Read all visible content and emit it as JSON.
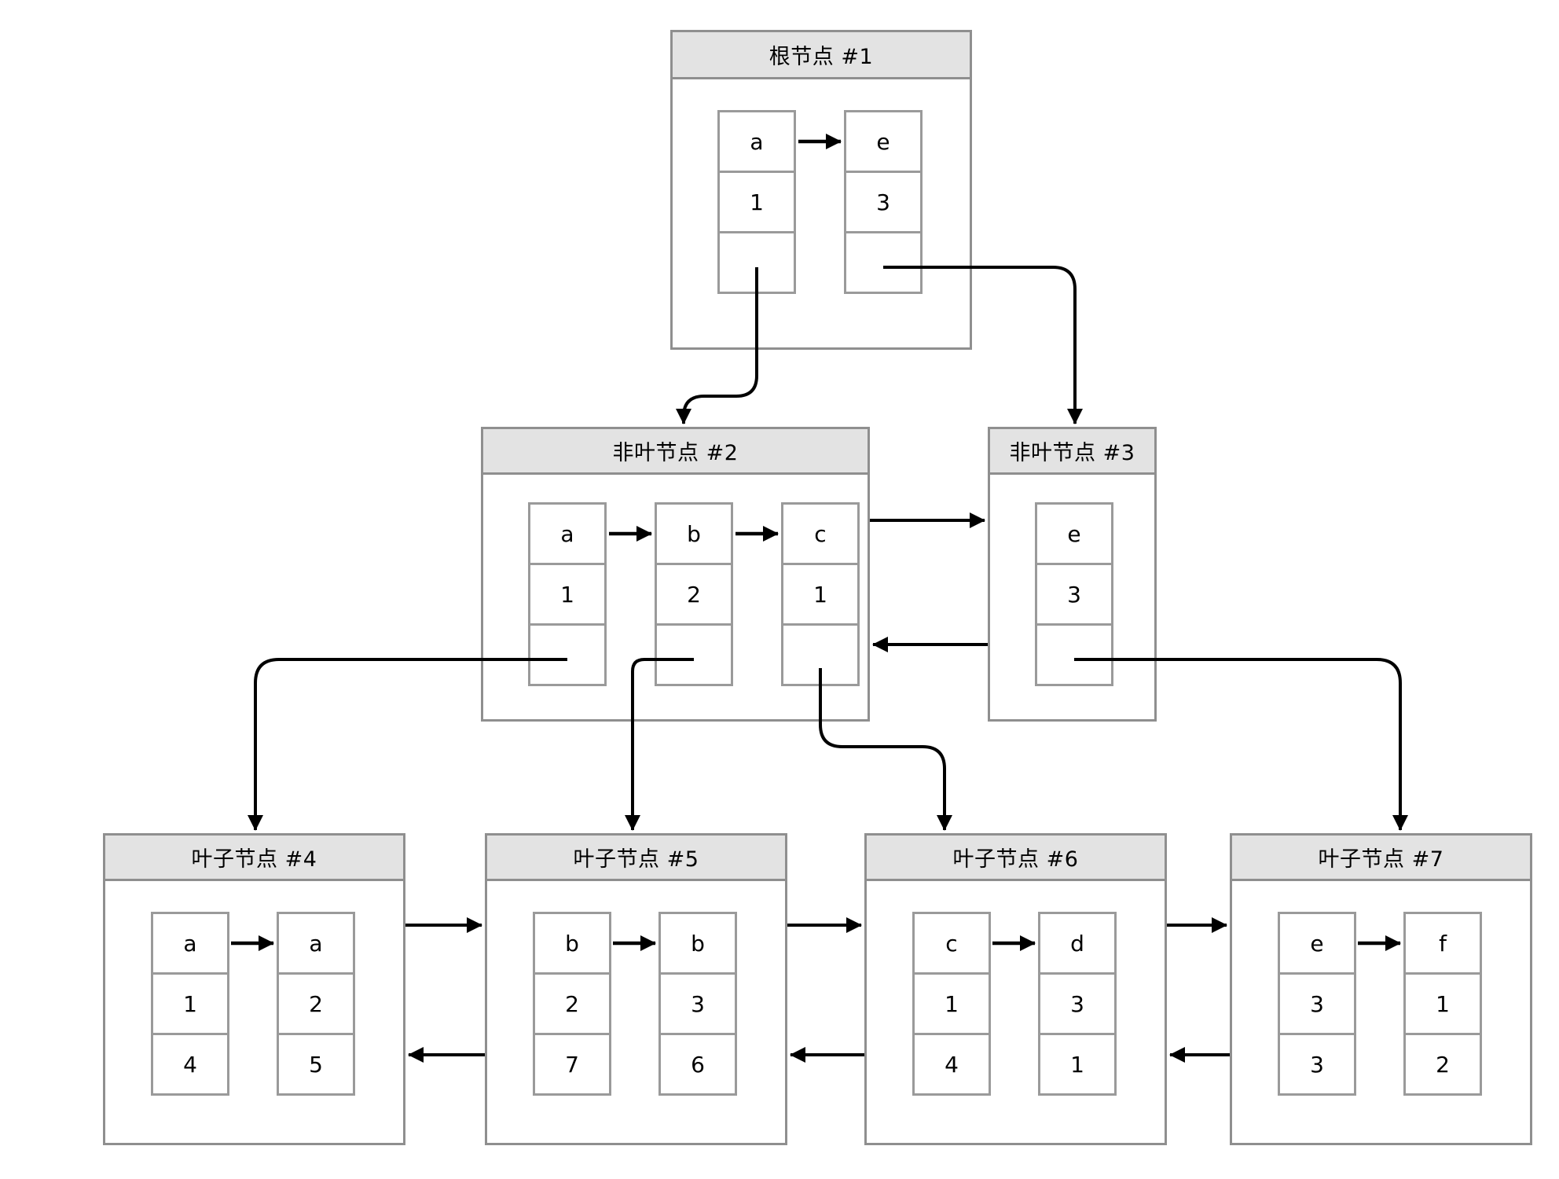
{
  "diagram_type": "b-plus-tree",
  "colors": {
    "background": "#ffffff",
    "node_border": "#8f8f8f",
    "cell_border": "#9a9a9a",
    "header_fill": "#e3e3e3",
    "arrow": "#000000"
  },
  "nodes": [
    {
      "id": "root",
      "title": "根节点 #1",
      "columns": [
        {
          "cells": [
            "a",
            "1",
            ""
          ]
        },
        {
          "cells": [
            "e",
            "3",
            ""
          ]
        }
      ]
    },
    {
      "id": "internal2",
      "title": "非叶节点 #2",
      "columns": [
        {
          "cells": [
            "a",
            "1",
            ""
          ]
        },
        {
          "cells": [
            "b",
            "2",
            ""
          ]
        },
        {
          "cells": [
            "c",
            "1",
            ""
          ]
        }
      ]
    },
    {
      "id": "internal3",
      "title": "非叶节点 #3",
      "columns": [
        {
          "cells": [
            "e",
            "3",
            ""
          ]
        }
      ]
    },
    {
      "id": "leaf4",
      "title": "叶子节点 #4",
      "columns": [
        {
          "cells": [
            "a",
            "1",
            "4"
          ]
        },
        {
          "cells": [
            "a",
            "2",
            "5"
          ]
        }
      ]
    },
    {
      "id": "leaf5",
      "title": "叶子节点 #5",
      "columns": [
        {
          "cells": [
            "b",
            "2",
            "7"
          ]
        },
        {
          "cells": [
            "b",
            "3",
            "6"
          ]
        }
      ]
    },
    {
      "id": "leaf6",
      "title": "叶子节点 #6",
      "columns": [
        {
          "cells": [
            "c",
            "1",
            "4"
          ]
        },
        {
          "cells": [
            "d",
            "3",
            "1"
          ]
        }
      ]
    },
    {
      "id": "leaf7",
      "title": "叶子节点 #7",
      "columns": [
        {
          "cells": [
            "e",
            "3",
            "3"
          ]
        },
        {
          "cells": [
            "f",
            "1",
            "2"
          ]
        }
      ]
    }
  ],
  "edges": {
    "key_links": [
      "root:a→e",
      "internal2:a→b",
      "internal2:b→c",
      "leaf4:a→a",
      "leaf5:b→b",
      "leaf6:c→d",
      "leaf7:e→f"
    ],
    "sibling_links": [
      "internal2→internal3",
      "internal3→internal2",
      "leaf4→leaf5",
      "leaf5→leaf4",
      "leaf5→leaf6",
      "leaf6→leaf5",
      "leaf6→leaf7",
      "leaf7→leaf6"
    ],
    "child_links": [
      "root.a→internal2",
      "root.e→internal3",
      "internal2.a→leaf4",
      "internal2.b→leaf5",
      "internal2.c→leaf6",
      "internal3.e→leaf7"
    ]
  }
}
